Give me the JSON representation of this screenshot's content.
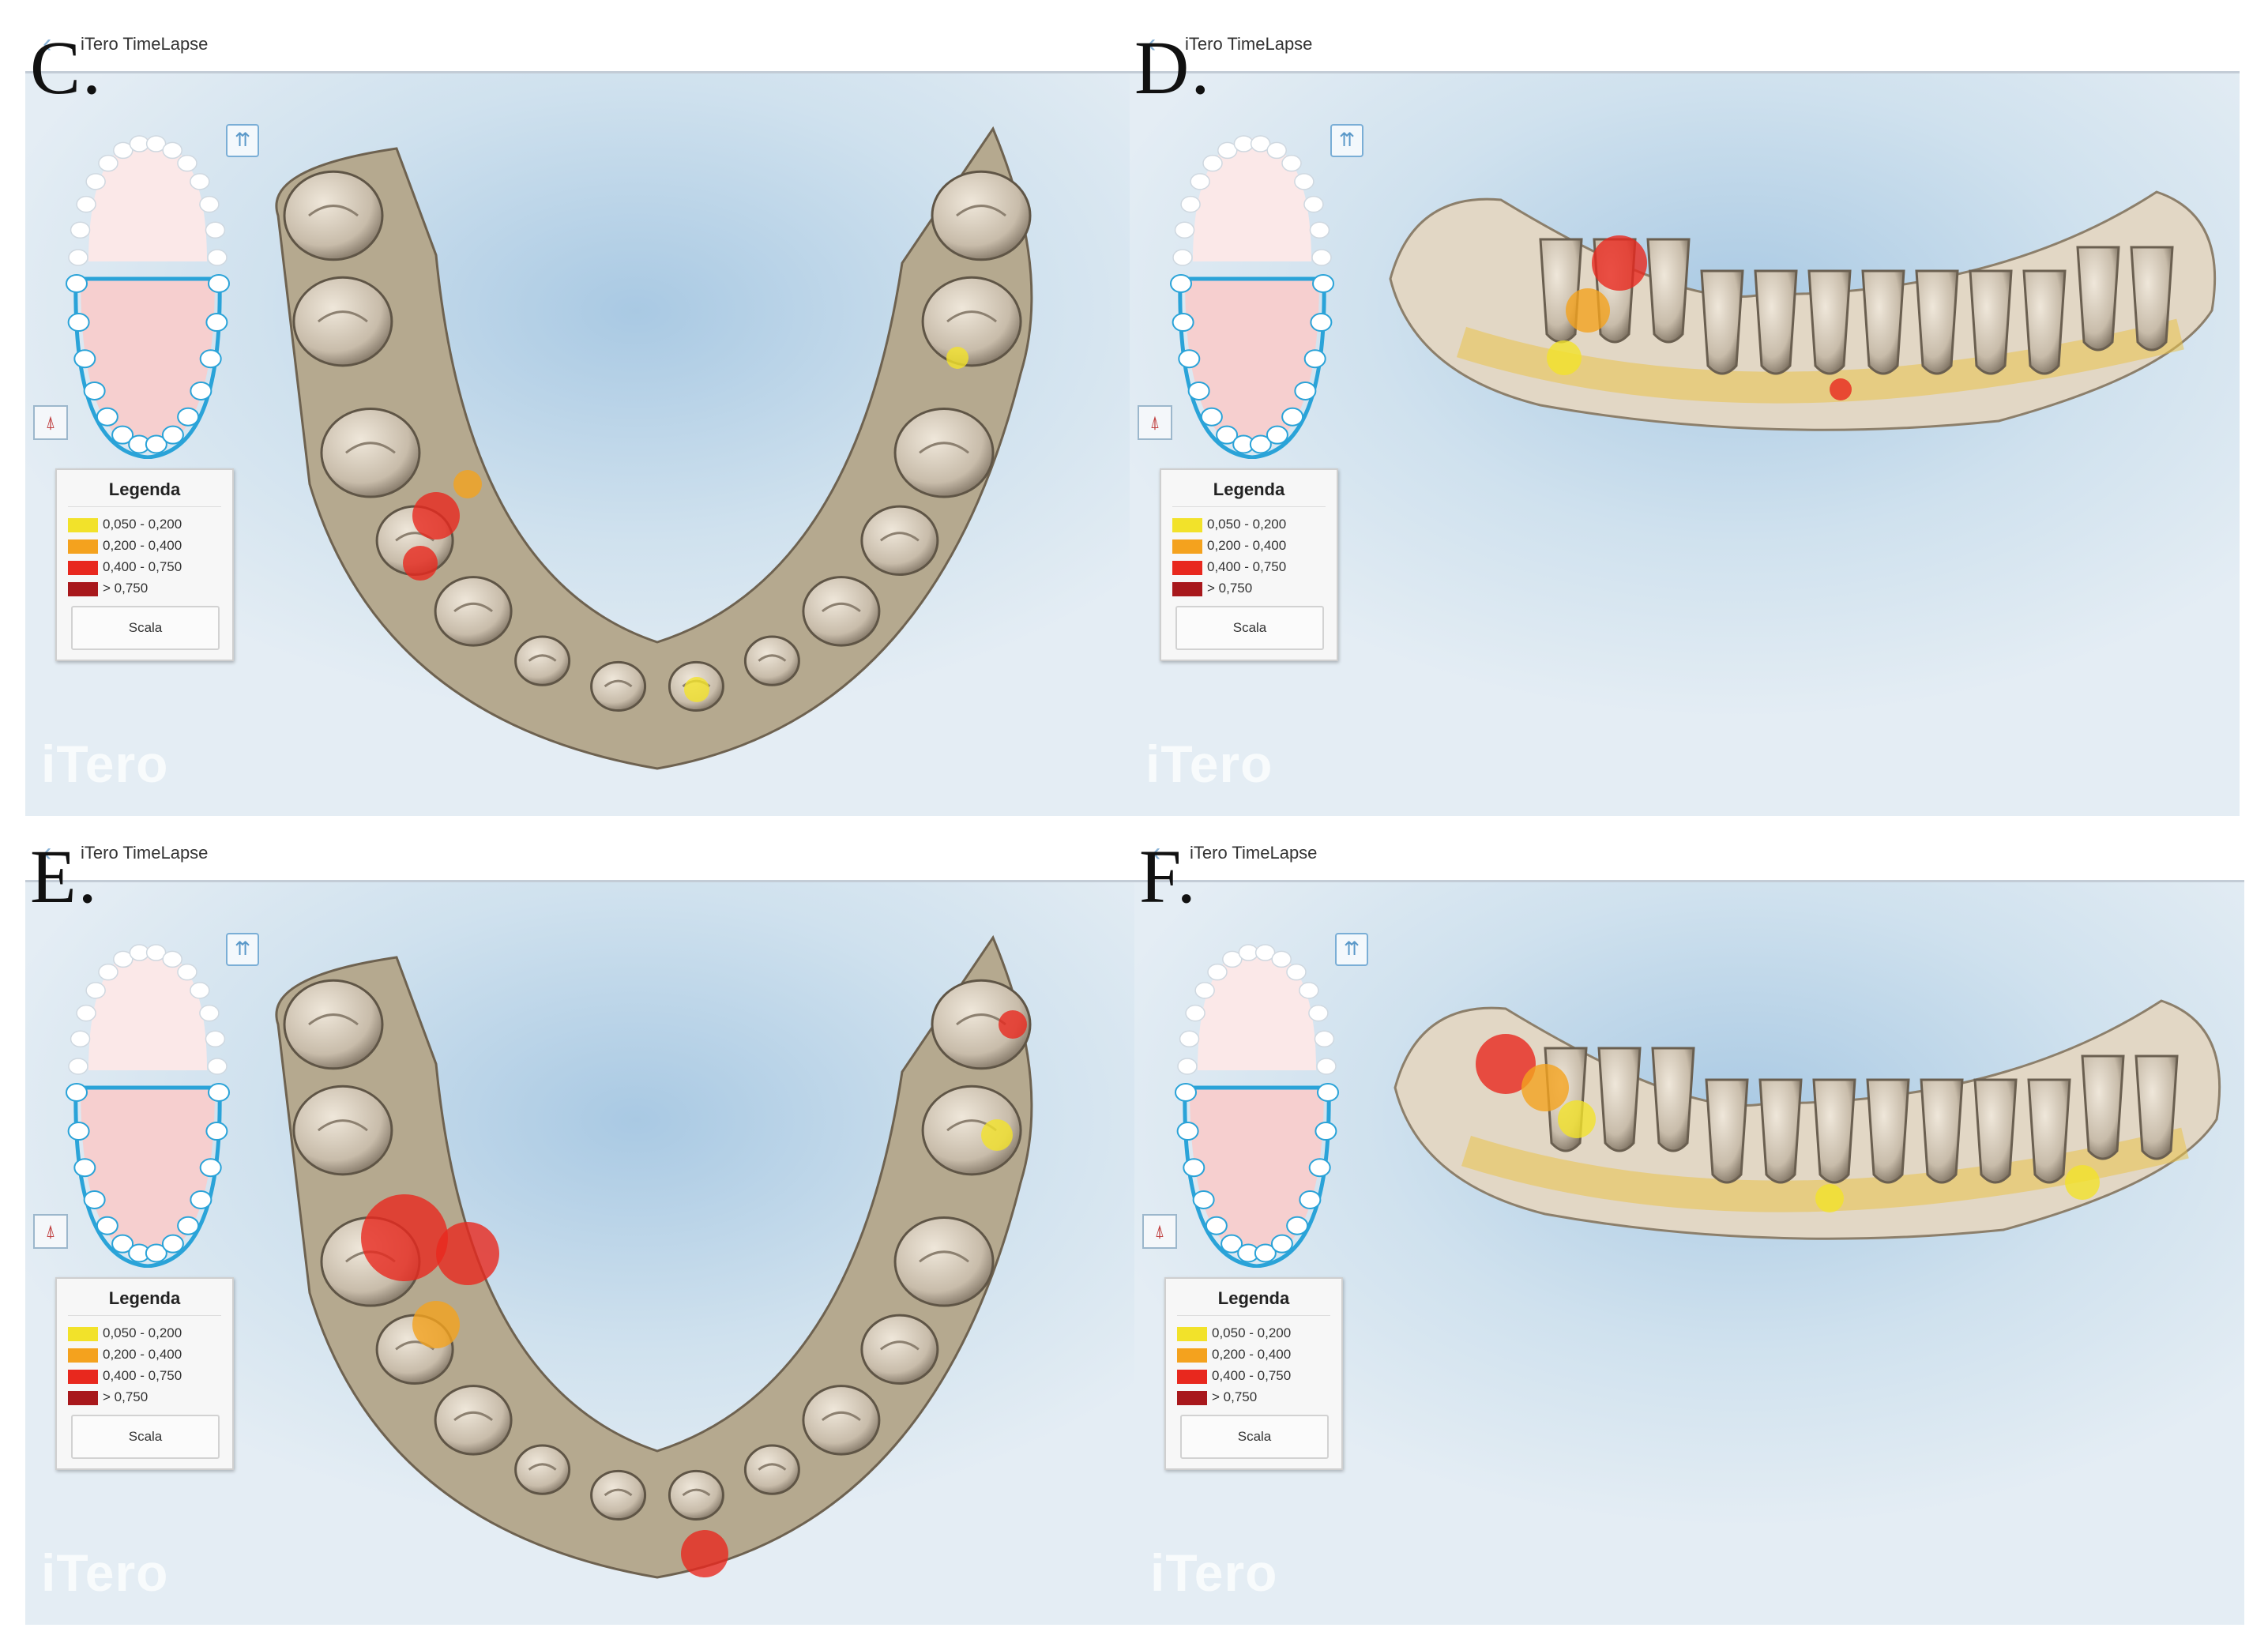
{
  "app_title": "iTero TimeLapse",
  "watermark": "iTero",
  "legend": {
    "title": "Legenda",
    "scale_button": "Scala",
    "ranges": [
      {
        "label": "0,050 - 0,200",
        "color": "#f2e22a"
      },
      {
        "label": "0,200 - 0,400",
        "color": "#f4a21e"
      },
      {
        "label": "0,400 - 0,750",
        "color": "#e8281e"
      },
      {
        "label": "> 0,750",
        "color": "#a8181c"
      }
    ]
  },
  "icons": {
    "back": "chevron-left-icon",
    "sync": "sync-arches-icon",
    "split": "split-view-icon"
  },
  "colors": {
    "tooth": "#d8cdbd",
    "tooth_shadow": "#8a7f6f",
    "arch_outline": "#2aa3d8",
    "palate": "#f6d4d4"
  },
  "panels": [
    {
      "letter": "C.",
      "view": "occlusal"
    },
    {
      "letter": "D.",
      "view": "frontal"
    },
    {
      "letter": "E.",
      "view": "occlusal"
    },
    {
      "letter": "F.",
      "view": "frontal"
    }
  ]
}
